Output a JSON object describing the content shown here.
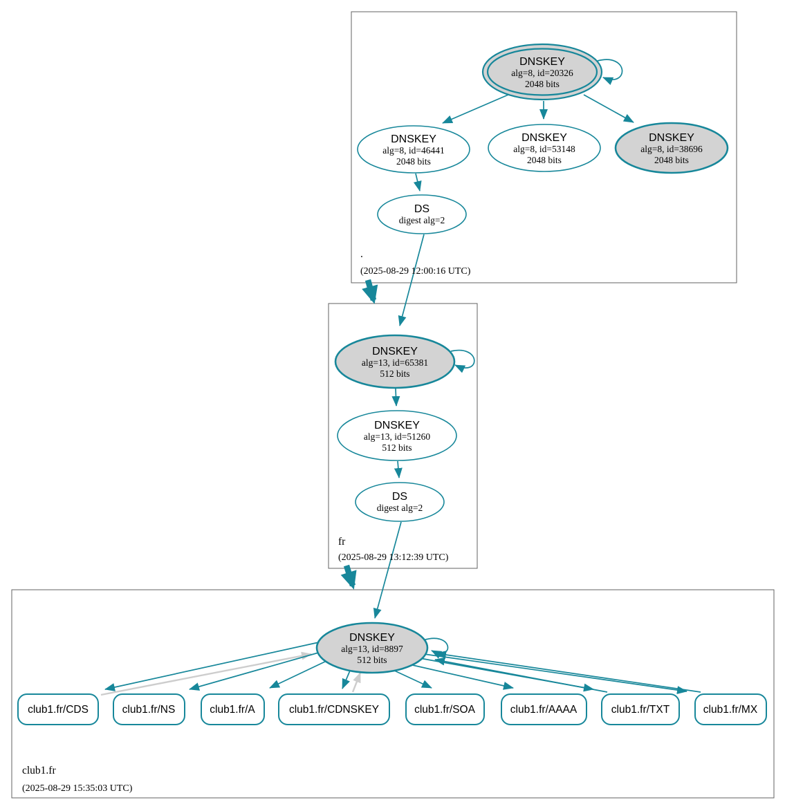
{
  "colors": {
    "edge_secure": "#17879A",
    "edge_insecure": "#CDCDCD",
    "sep_key_fill": "#D3D3D3",
    "zone_box_border": "#606060"
  },
  "zones": [
    {
      "label": ".",
      "timestamp": "(2025-08-29 12:00:16 UTC)",
      "ksk": {
        "title": "DNSKEY",
        "alg": "alg=8, id=20326",
        "bits": "2048 bits"
      },
      "zsk1": {
        "title": "DNSKEY",
        "alg": "alg=8, id=46441",
        "bits": "2048 bits"
      },
      "zsk2": {
        "title": "DNSKEY",
        "alg": "alg=8, id=53148",
        "bits": "2048 bits"
      },
      "ksk2": {
        "title": "DNSKEY",
        "alg": "alg=8, id=38696",
        "bits": "2048 bits"
      },
      "ds": {
        "title": "DS",
        "alg": "digest alg=2"
      }
    },
    {
      "label": "fr",
      "timestamp": "(2025-08-29 13:12:39 UTC)",
      "ksk": {
        "title": "DNSKEY",
        "alg": "alg=13, id=65381",
        "bits": "512 bits"
      },
      "zsk": {
        "title": "DNSKEY",
        "alg": "alg=13, id=51260",
        "bits": "512 bits"
      },
      "ds": {
        "title": "DS",
        "alg": "digest alg=2"
      }
    },
    {
      "label": "club1.fr",
      "timestamp": "(2025-08-29 15:35:03 UTC)",
      "dnskey": {
        "title": "DNSKEY",
        "alg": "alg=13, id=8897",
        "bits": "512 bits"
      },
      "rrsets": [
        {
          "label": "club1.fr/CDS"
        },
        {
          "label": "club1.fr/NS"
        },
        {
          "label": "club1.fr/A"
        },
        {
          "label": "club1.fr/CDNSKEY"
        },
        {
          "label": "club1.fr/SOA"
        },
        {
          "label": "club1.fr/AAAA"
        },
        {
          "label": "club1.fr/TXT"
        },
        {
          "label": "club1.fr/MX"
        }
      ]
    }
  ]
}
